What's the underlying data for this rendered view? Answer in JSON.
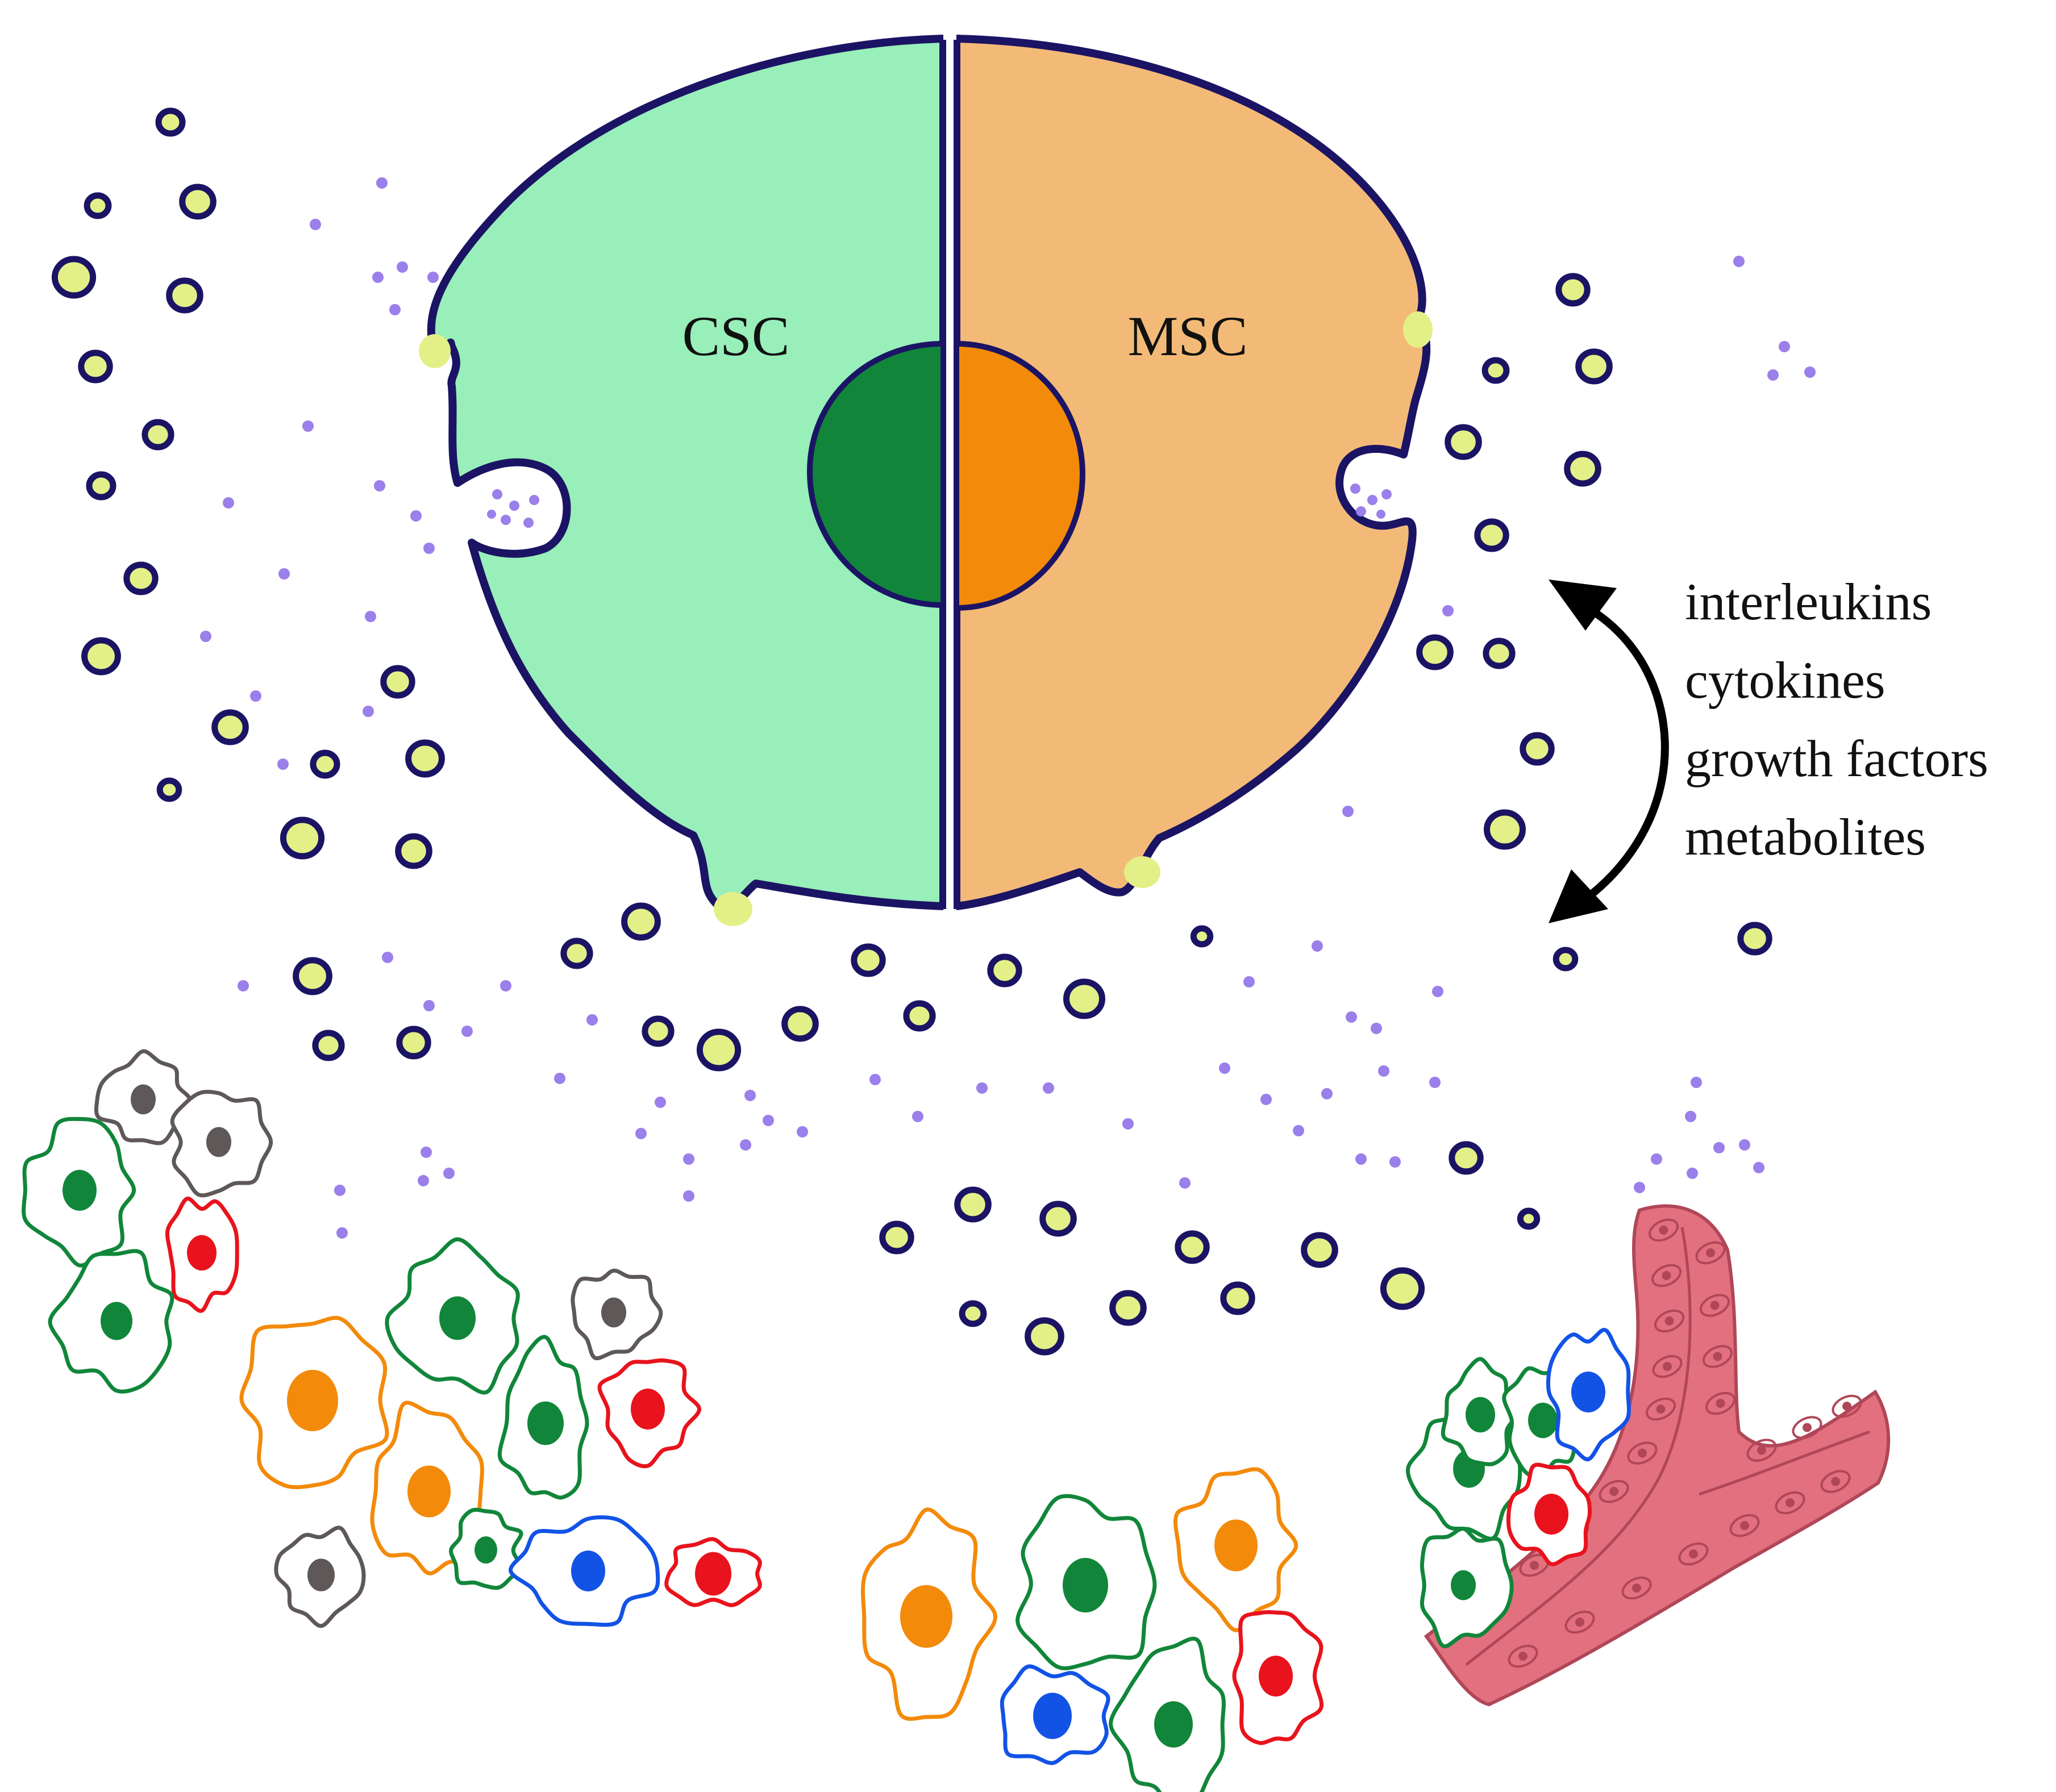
{
  "cell_labels": {
    "csc": "CSC",
    "msc": "MSC"
  },
  "signals": [
    "interleukins",
    "cytokines",
    "growth factors",
    "metabolites"
  ],
  "colors": {
    "csc_body": "#98EFB9",
    "csc_nucleus": "#11863A",
    "msc_body": "#F3BA77",
    "msc_nucleus": "#F38A0A",
    "membrane": "#1B1464",
    "vesicle_fill": "#E3F087",
    "small_molecule": "#9B7FEB",
    "cell_green": "#11863A",
    "cell_orange": "#F38A0A",
    "cell_red": "#E8131C",
    "cell_blue": "#1253E6",
    "cell_grey": "#5E5858",
    "vessel": "#E2707F",
    "arrow": "#000000"
  },
  "icons": {
    "exchange_arrow": "curved-double-arrow-icon",
    "vessel": "blood-vessel-icon"
  }
}
